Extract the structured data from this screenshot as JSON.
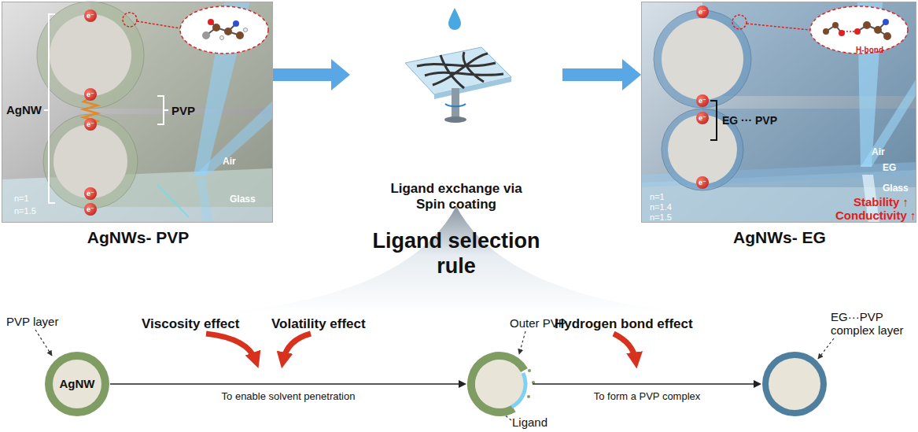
{
  "diagram": {
    "nodes": [
      {
        "text": [
          "AgNWs- PVP"
        ]
      },
      {
        "text": [
          "Ligand exchange via Spin coating"
        ]
      },
      {
        "text": [
          "AgNWs- EG"
        ]
      },
      {
        "text": [
          "Ligand selection rule"
        ]
      },
      {
        "text": [
          "PVP layer",
          "AgNW"
        ]
      },
      {
        "text": [
          "Outer PVP",
          "Ligand"
        ]
      },
      {
        "text": [
          "EG···PVP complex layer"
        ]
      }
    ],
    "edges": [
      {
        "from": 0,
        "to": 1,
        "arrow": "to"
      },
      {
        "from": 1,
        "to": 2,
        "arrow": "to"
      },
      {
        "from": 4,
        "to": 5,
        "label": "To enable solvent penetration",
        "arrow": "to"
      },
      {
        "from": 5,
        "to": 6,
        "label": "To form a PVP complex",
        "arrow": "to"
      }
    ],
    "labels": [
      "Viscosity effect",
      "Volatility effect",
      "Hydrogen bond effect",
      "AgNW",
      "PVP",
      "Air",
      "Glass",
      "n=1",
      "n=1.5",
      "e⁻",
      "e⁻",
      "e⁻",
      "e⁻",
      "e⁻",
      "EG ··· PVP",
      "H-bond",
      "Air",
      "EG",
      "Glass",
      "n=1",
      "n=1.4",
      "n=1.5",
      "Stability ↑",
      "Conductivity ↑",
      "e⁻",
      "e⁻",
      "e⁻",
      "e⁻"
    ]
  }
}
